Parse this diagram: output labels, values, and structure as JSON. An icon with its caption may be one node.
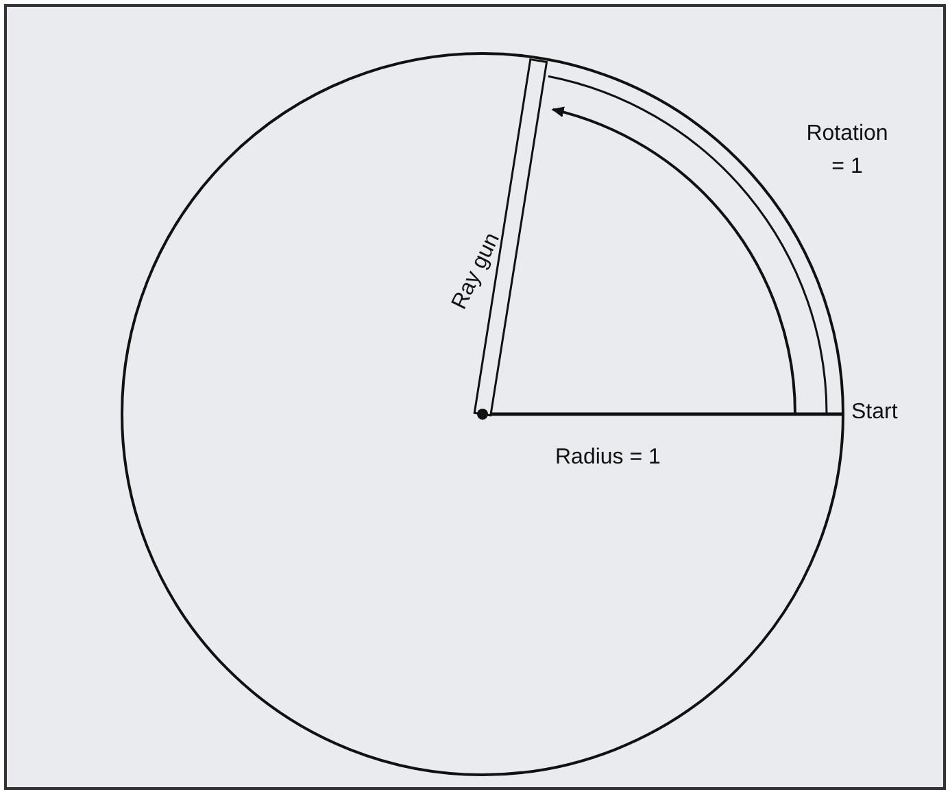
{
  "diagram": {
    "labels": [
      "Ray gun",
      "Rotation = 1",
      "Start",
      "Radius = 1"
    ]
  }
}
